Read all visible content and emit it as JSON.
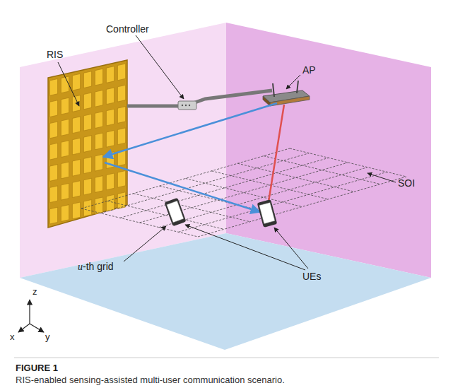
{
  "diagram": {
    "caption": "RIS-enabled sensing-assisted multi-user communication scenario.",
    "labels": [
      "Controller",
      "RIS",
      "AP",
      "SOI",
      "u-th grid",
      "UEs",
      "z",
      "x",
      "y",
      "FIGURE 1"
    ]
  }
}
